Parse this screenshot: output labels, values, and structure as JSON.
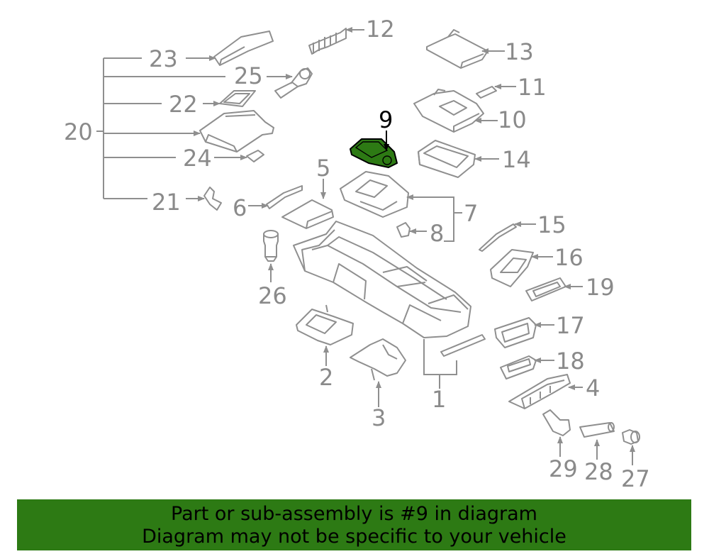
{
  "highlight_color": "#2d7a14",
  "highlighted_part": "9",
  "labels": {
    "p1": "1",
    "p2": "2",
    "p3": "3",
    "p4": "4",
    "p5": "5",
    "p6": "6",
    "p7": "7",
    "p8": "8",
    "p9": "9",
    "p10": "10",
    "p11": "11",
    "p12": "12",
    "p13": "13",
    "p14": "14",
    "p15": "15",
    "p16": "16",
    "p17": "17",
    "p18": "18",
    "p19": "19",
    "p20": "20",
    "p21": "21",
    "p22": "22",
    "p23": "23",
    "p24": "24",
    "p25": "25",
    "p26": "26",
    "p27": "27",
    "p28": "28",
    "p29": "29"
  },
  "banner": {
    "line1": "Part or sub-assembly is #9 in diagram",
    "line2": "Diagram may not be specific to your vehicle"
  }
}
